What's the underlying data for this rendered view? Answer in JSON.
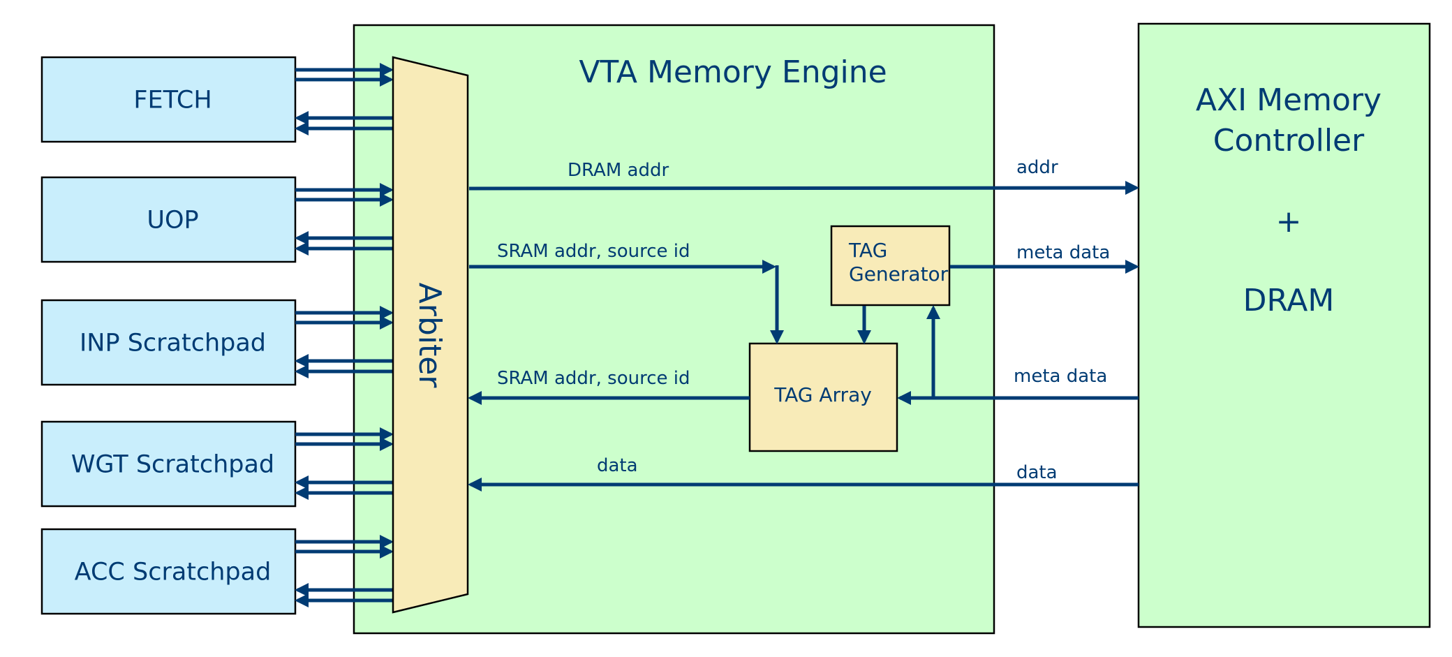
{
  "colors": {
    "wire": "#003b73",
    "text": "#003b73",
    "client_block_fill": "#c9eefc",
    "engine_fill": "#ccffcc",
    "logic_block_fill": "#f8ebb8",
    "border": "#000000"
  },
  "client_blocks": [
    {
      "id": "fetch",
      "label": "FETCH"
    },
    {
      "id": "uop",
      "label": "UOP"
    },
    {
      "id": "inp",
      "label": "INP Scratchpad"
    },
    {
      "id": "wgt",
      "label": "WGT Scratchpad"
    },
    {
      "id": "acc",
      "label": "ACC Scratchpad"
    }
  ],
  "engine": {
    "title": "VTA Memory Engine",
    "arbiter_label": "Arbiter",
    "tag_generator_label": [
      "TAG",
      "Generator"
    ],
    "tag_array_label": "TAG Array"
  },
  "memory_controller": {
    "lines": [
      "AXI Memory",
      "Controller",
      "+",
      "DRAM"
    ]
  },
  "signals": {
    "dram_addr": "DRAM addr",
    "sram_addr_out": "SRAM addr, source id",
    "sram_addr_return": "SRAM addr, source id",
    "data_internal": "data",
    "addr": "addr",
    "meta_data_out": "meta data",
    "meta_data_in": "meta data",
    "data_in": "data"
  }
}
